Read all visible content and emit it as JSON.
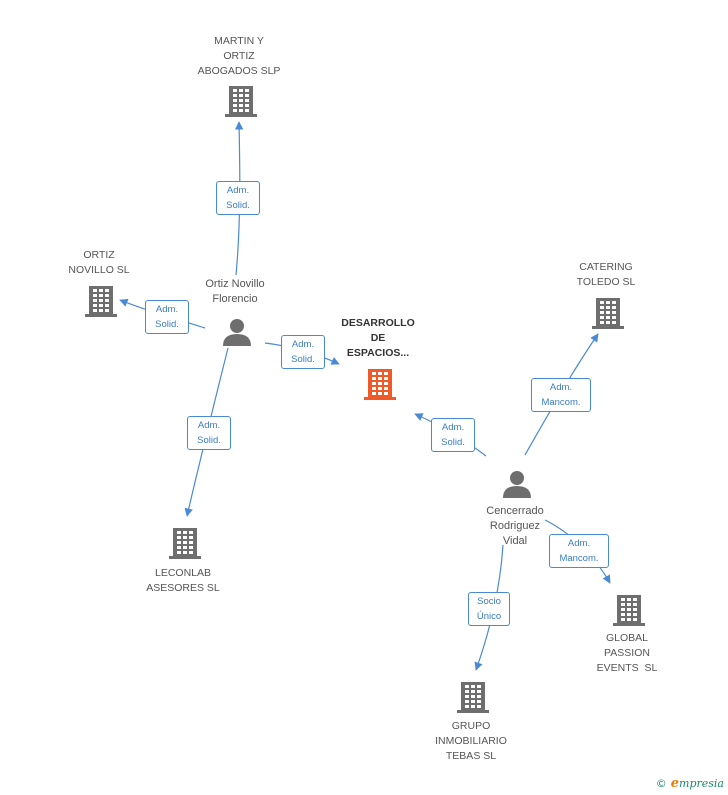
{
  "colors": {
    "edge": "#4a8ad4",
    "building": "#6e6e6e",
    "focus_building": "#f05a28",
    "person": "#6e6e6e"
  },
  "nodes": {
    "martin": {
      "label_lines": [
        "MARTIN Y",
        "ORTIZ",
        "ABOGADOS SLP"
      ],
      "icon": "building-icon"
    },
    "ortiz_novillo": {
      "label_lines": [
        "ORTIZ",
        "NOVILLO SL"
      ],
      "icon": "building-icon"
    },
    "desarrollo": {
      "label_lines": [
        "DESARROLLO",
        "DE",
        "ESPACIOS..."
      ],
      "icon": "building-icon"
    },
    "catering": {
      "label_lines": [
        "CATERING",
        "TOLEDO SL"
      ],
      "icon": "building-icon"
    },
    "leconlab": {
      "label_lines": [
        "LECONLAB",
        "ASESORES SL"
      ],
      "icon": "building-icon"
    },
    "global": {
      "label_lines": [
        "GLOBAL",
        "PASSION",
        "EVENTS  SL"
      ],
      "icon": "building-icon"
    },
    "grupo": {
      "label_lines": [
        "GRUPO",
        "INMOBILIARIO",
        "TEBAS SL"
      ],
      "icon": "building-icon"
    },
    "ortiz_person": {
      "label_lines": [
        "Ortiz Novillo",
        "Florencio"
      ],
      "icon": "person-icon"
    },
    "cencerrado": {
      "label_lines": [
        "Cencerrado",
        "Rodriguez",
        "Vidal"
      ],
      "icon": "person-icon"
    }
  },
  "edges": [
    {
      "from": "ortiz_person",
      "to": "martin",
      "label_lines": [
        "Adm.",
        "Solid."
      ]
    },
    {
      "from": "ortiz_person",
      "to": "ortiz_novillo",
      "label_lines": [
        "Adm.",
        "Solid."
      ]
    },
    {
      "from": "ortiz_person",
      "to": "desarrollo",
      "label_lines": [
        "Adm.",
        "Solid."
      ]
    },
    {
      "from": "ortiz_person",
      "to": "leconlab",
      "label_lines": [
        "Adm.",
        "Solid."
      ]
    },
    {
      "from": "cencerrado",
      "to": "desarrollo",
      "label_lines": [
        "Adm.",
        "Solid."
      ]
    },
    {
      "from": "cencerrado",
      "to": "catering",
      "label_lines": [
        "Adm.",
        "Mancom."
      ]
    },
    {
      "from": "cencerrado",
      "to": "global",
      "label_lines": [
        "Adm.",
        "Mancom."
      ]
    },
    {
      "from": "cencerrado",
      "to": "grupo",
      "label_lines": [
        "Socio",
        "Único"
      ]
    }
  ],
  "footer": {
    "copyright": "©",
    "brand_e": "e",
    "brand_rest": "mpresia"
  }
}
